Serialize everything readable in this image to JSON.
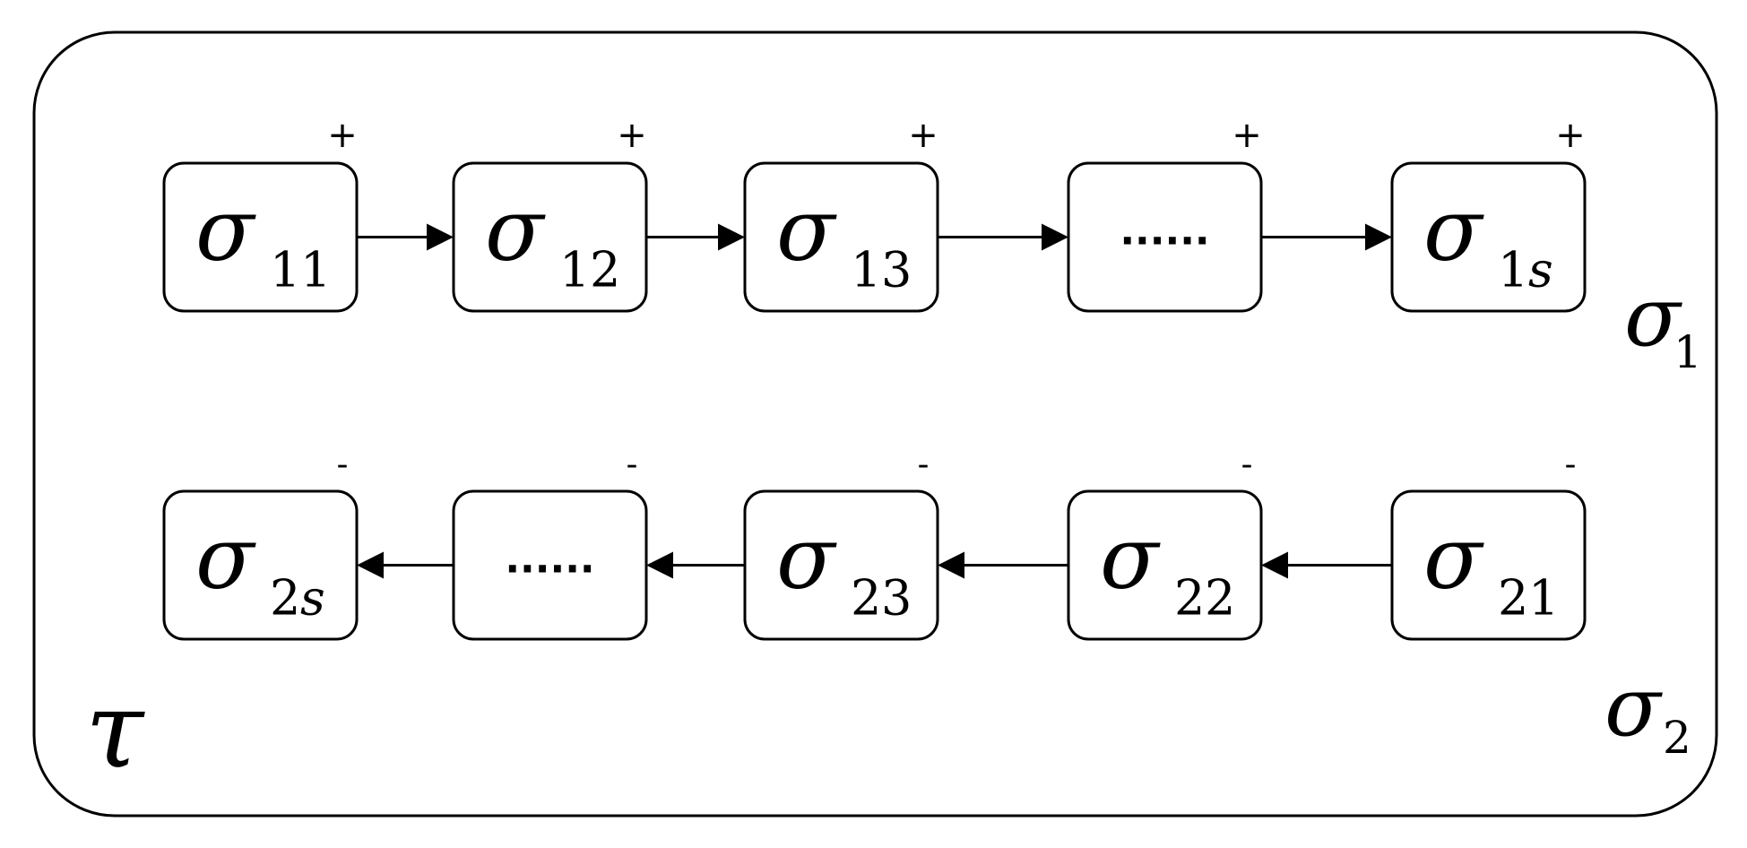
{
  "frame": {
    "label": "τ"
  },
  "rows": [
    {
      "label": {
        "main": "σ",
        "sub": "1"
      },
      "direction": "right",
      "nodes": [
        {
          "symbol": "σ",
          "sub_a": "1",
          "sub_b": "1",
          "sign": "+"
        },
        {
          "symbol": "σ",
          "sub_a": "1",
          "sub_b": "2",
          "sign": "+"
        },
        {
          "symbol": "σ",
          "sub_a": "1",
          "sub_b": "3",
          "sign": "+"
        },
        {
          "symbol": "......",
          "sub_a": "",
          "sub_b": "",
          "sign": "+"
        },
        {
          "symbol": "σ",
          "sub_a": "1",
          "sub_b": "s",
          "sign": "+"
        }
      ]
    },
    {
      "label": {
        "main": "σ",
        "sub": "2"
      },
      "direction": "left",
      "nodes": [
        {
          "symbol": "σ",
          "sub_a": "2",
          "sub_b": "s",
          "sign": "-"
        },
        {
          "symbol": "......",
          "sub_a": "",
          "sub_b": "",
          "sign": "-"
        },
        {
          "symbol": "σ",
          "sub_a": "2",
          "sub_b": "3",
          "sign": "-"
        },
        {
          "symbol": "σ",
          "sub_a": "2",
          "sub_b": "2",
          "sign": "-"
        },
        {
          "symbol": "σ",
          "sub_a": "2",
          "sub_b": "1",
          "sign": "-"
        }
      ]
    }
  ]
}
